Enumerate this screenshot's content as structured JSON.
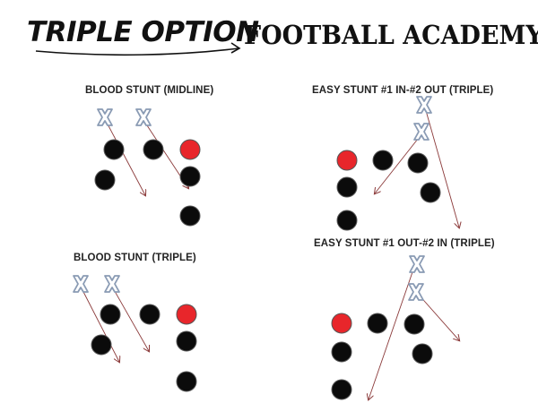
{
  "header": {
    "logo_left": "TRIPLE OPTION",
    "logo_right": "FOOTBALL ACADEMY"
  },
  "colors": {
    "player": "#0b0b0b",
    "key_player": "#e8262b",
    "defender_fill": "#ffffff",
    "defender_stroke": "#8a9bb4",
    "arrow": "#8b3a3a"
  },
  "panels": [
    {
      "title": "BLOOD STUNT (MIDLINE)"
    },
    {
      "title": "EASY STUNT #1 IN-#2 OUT (TRIPLE)"
    },
    {
      "title": "BLOOD STUNT (TRIPLE)"
    },
    {
      "title": "EASY STUNT #1 OUT-#2 IN (TRIPLE)"
    }
  ]
}
